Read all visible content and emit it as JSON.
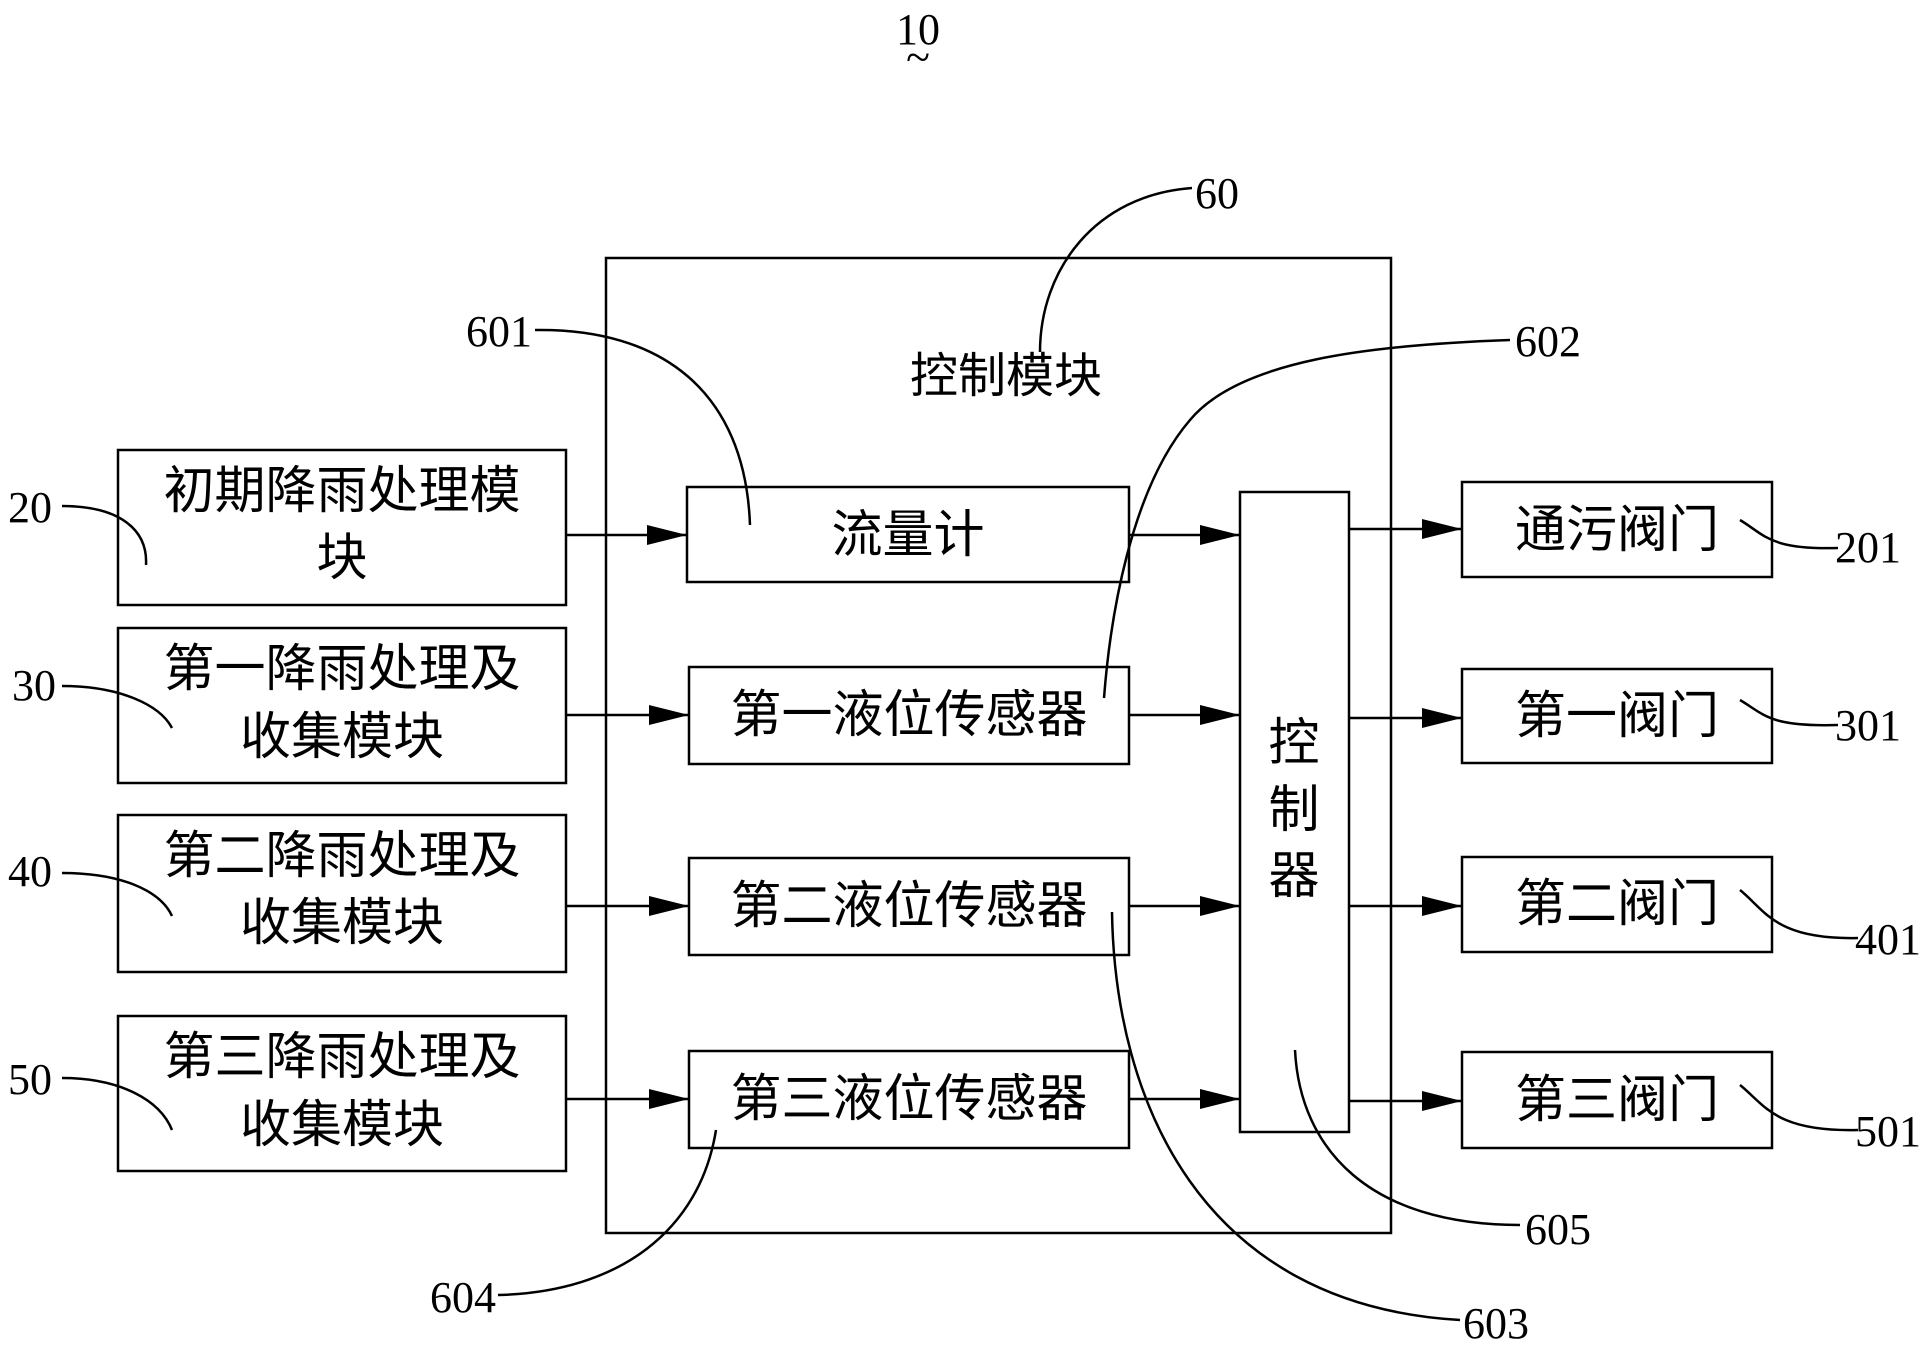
{
  "figure": {
    "ref": "10",
    "tilde": "~"
  },
  "control_module": {
    "label": "控制模块",
    "ref": "60"
  },
  "inputs": [
    {
      "ref": "20",
      "line1": "初期降雨处理模",
      "line2": "块"
    },
    {
      "ref": "30",
      "line1": "第一降雨处理及",
      "line2": "收集模块"
    },
    {
      "ref": "40",
      "line1": "第二降雨处理及",
      "line2": "收集模块"
    },
    {
      "ref": "50",
      "line1": "第三降雨处理及",
      "line2": "收集模块"
    }
  ],
  "sensors": [
    {
      "ref": "601",
      "label": "流量计"
    },
    {
      "ref": "602",
      "label": "第一液位传感器"
    },
    {
      "ref": "603",
      "label": "第二液位传感器"
    },
    {
      "ref": "604",
      "label": "第三液位传感器"
    }
  ],
  "controller": {
    "ref": "605",
    "chars": [
      "控",
      "制",
      "器"
    ]
  },
  "valves": [
    {
      "ref": "201",
      "label": "通污阀门"
    },
    {
      "ref": "301",
      "label": "第一阀门"
    },
    {
      "ref": "401",
      "label": "第二阀门"
    },
    {
      "ref": "501",
      "label": "第三阀门"
    }
  ]
}
